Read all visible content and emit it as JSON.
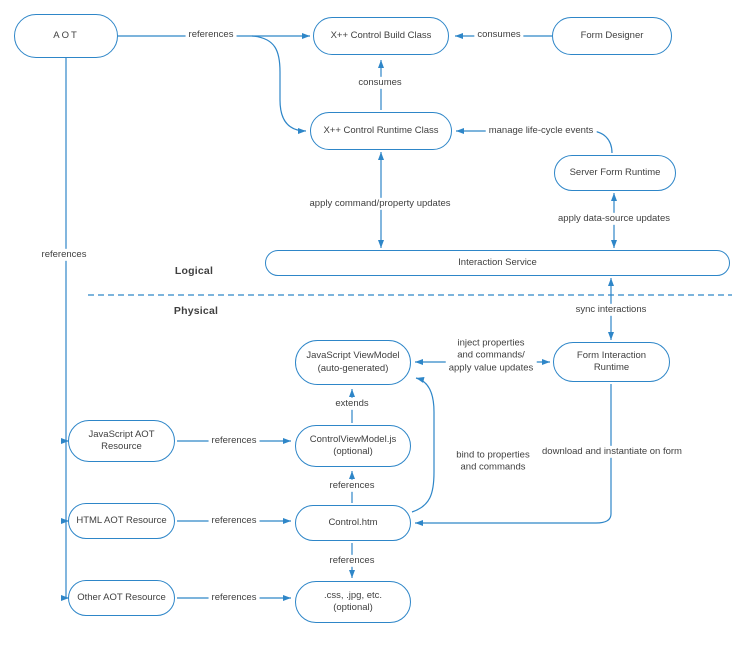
{
  "colors": {
    "line": "#2e86c8",
    "text": "#404040"
  },
  "sections": {
    "logical": "Logical",
    "physical": "Physical"
  },
  "nodes": {
    "aot": {
      "label": "AOT"
    },
    "build_class": {
      "label": "X++ Control Build Class"
    },
    "form_designer": {
      "label": "Form Designer"
    },
    "runtime_class": {
      "label": "X++ Control Runtime Class"
    },
    "server_form_runtime": {
      "label": "Server Form Runtime"
    },
    "interaction_service": {
      "label": "Interaction Service"
    },
    "js_viewmodel": {
      "line1": "JavaScript ViewModel",
      "line2": "(auto-generated)"
    },
    "form_interaction_runtime": {
      "line1": "Form Interaction",
      "line2": "Runtime"
    },
    "js_aot_resource": {
      "line1": "JavaScript AOT",
      "line2": "Resource"
    },
    "control_viewmodel": {
      "line1": "ControlViewModel.js",
      "line2": "(optional)"
    },
    "html_aot_resource": {
      "label": "HTML AOT Resource"
    },
    "control_htm": {
      "label": "Control.htm"
    },
    "other_aot_resource": {
      "label": "Other AOT Resource"
    },
    "css_etc": {
      "line1": ".css, .jpg, etc.",
      "line2": "(optional)"
    }
  },
  "edge_labels": {
    "references_aot_build": "references",
    "consumes_designer": "consumes",
    "consumes_runtime": "consumes",
    "manage_lifecycle": "manage life-cycle events",
    "apply_command": "apply command/property updates",
    "apply_datasource": "apply data-source updates",
    "sync_interactions": "sync interactions",
    "inject_line1": "inject properties",
    "inject_line2": "and commands/",
    "inject_line3": "apply value updates",
    "extends": "extends",
    "references_left": "references",
    "references_js": "references",
    "bind_line1": "bind to properties",
    "bind_line2": "and commands",
    "download": "download and instantiate on form",
    "references_control_vm": "references",
    "references_html": "references",
    "references_css": "references",
    "references_other": "references"
  }
}
